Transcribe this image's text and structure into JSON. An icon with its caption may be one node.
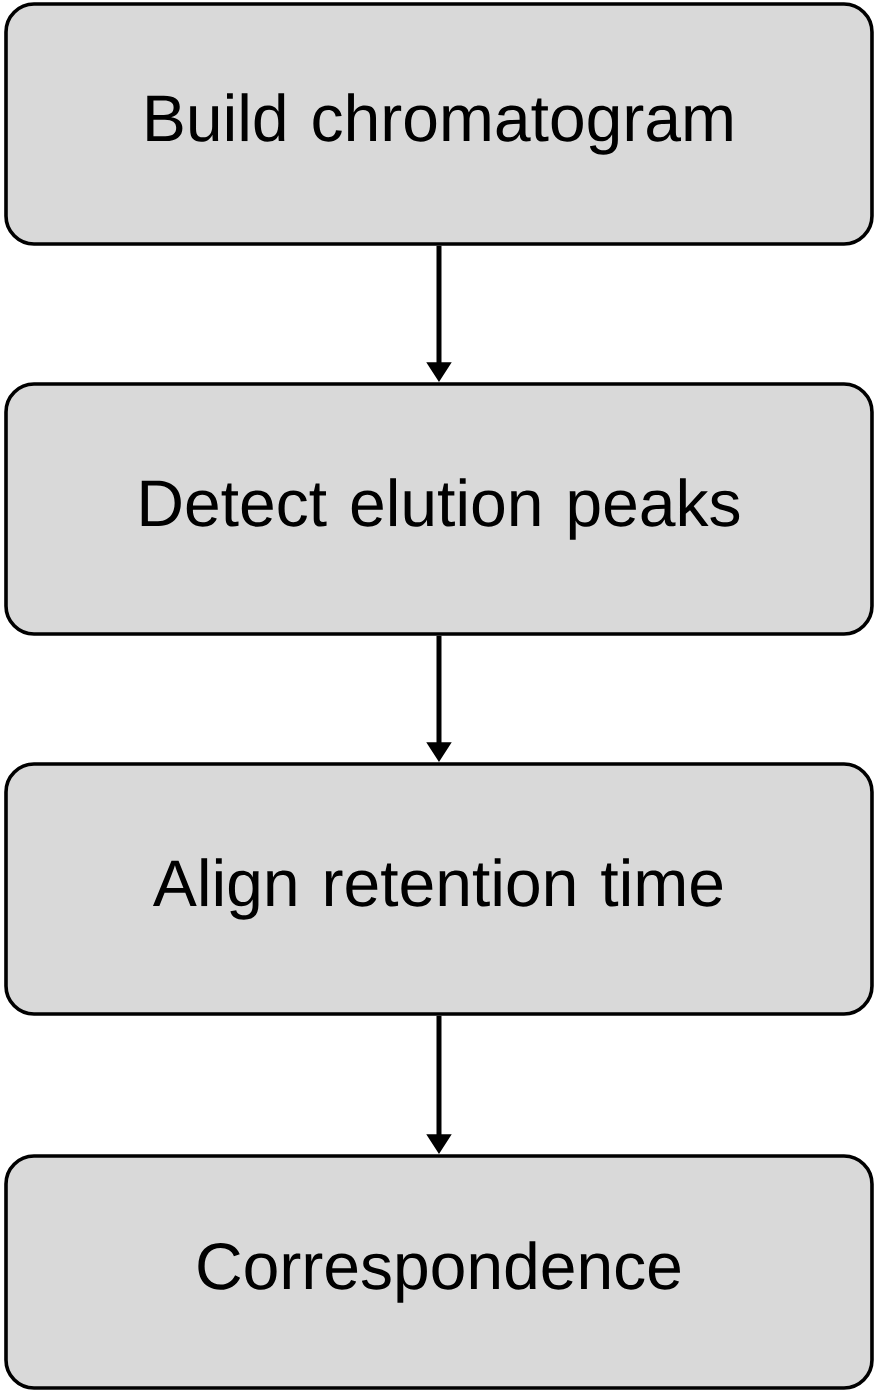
{
  "diagram": {
    "nodes": [
      {
        "text": [
          "Build chromatogram"
        ]
      },
      {
        "text": [
          "Detect elution peaks"
        ]
      },
      {
        "text": [
          "Align retention time"
        ]
      },
      {
        "text": [
          "Correspondence"
        ]
      }
    ],
    "edges": [
      {
        "from": 0,
        "to": 1,
        "arrow": "to"
      },
      {
        "from": 1,
        "to": 2,
        "arrow": "to"
      },
      {
        "from": 2,
        "to": 3,
        "arrow": "to"
      }
    ]
  }
}
